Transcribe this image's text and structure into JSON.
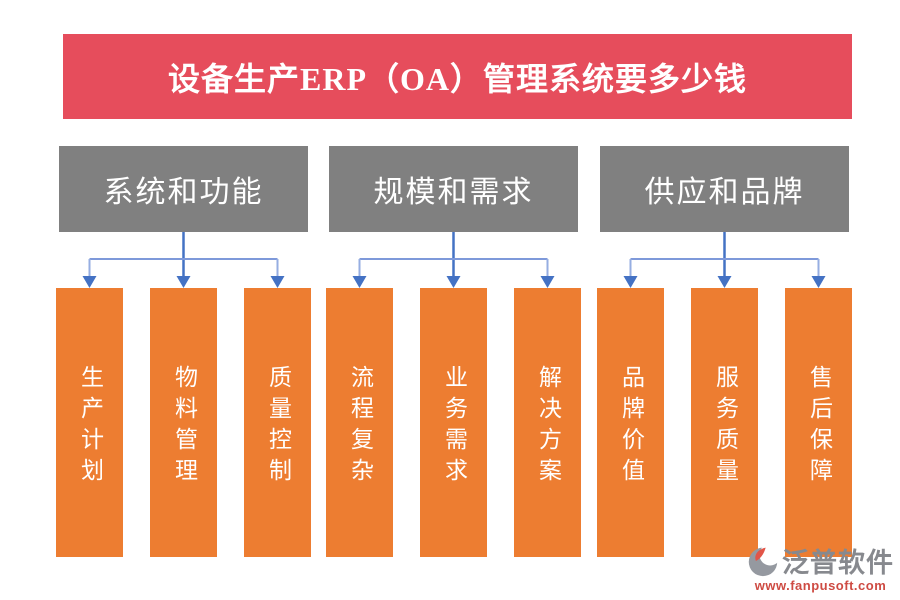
{
  "title": "设备生产ERP（OA）管理系统要多少钱",
  "groups": [
    {
      "header": "系统和功能",
      "items": [
        "生产计划",
        "物料管理",
        "质量控制"
      ]
    },
    {
      "header": "规模和需求",
      "items": [
        "流程复杂",
        "业务需求",
        "解决方案"
      ]
    },
    {
      "header": "供应和品牌",
      "items": [
        "品牌价值",
        "服务质量",
        "售后保障"
      ]
    }
  ],
  "logo": {
    "brand": "泛普软件",
    "website": "www.fanpusoft.com"
  },
  "colors": {
    "banner_red": "#E64D5C",
    "header_gray": "#808080",
    "bar_orange": "#ED7D31",
    "connector_blue": "#4472C4",
    "connector_light_blue": "#8FA9DF",
    "logo_gray": "#87898E",
    "logo_red": "#CE4B43",
    "text_white": "#FFFFFF"
  }
}
